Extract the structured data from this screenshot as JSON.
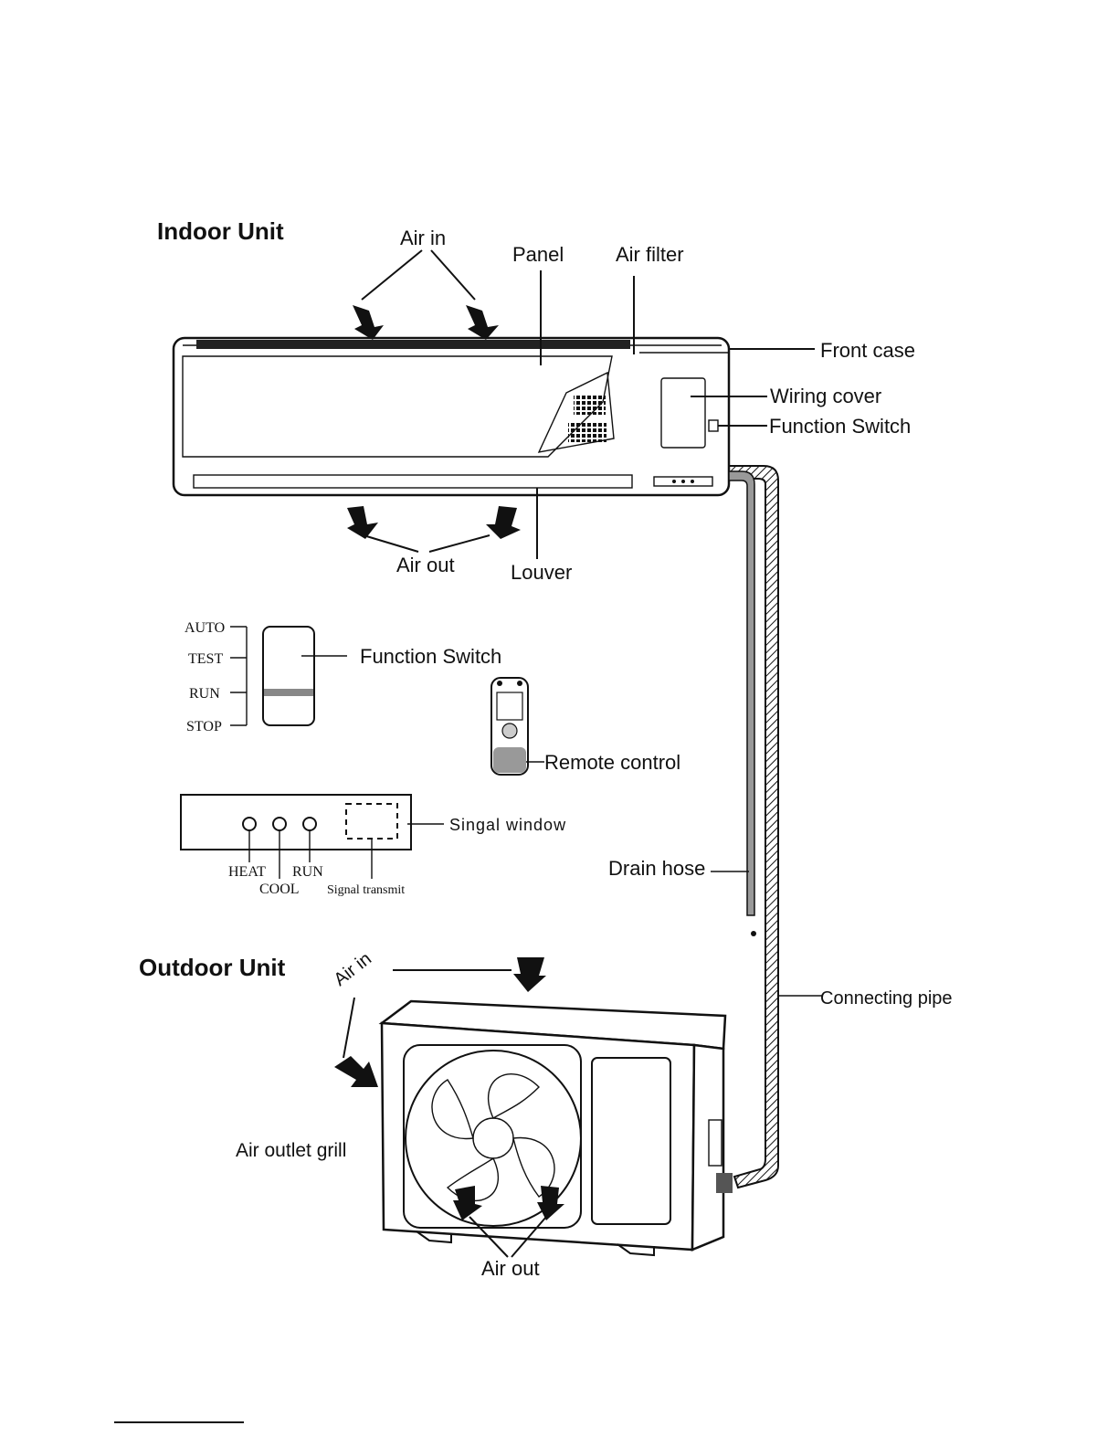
{
  "indoor": {
    "heading": "Indoor Unit",
    "labels": {
      "air_in": "Air in",
      "panel": "Panel",
      "air_filter": "Air filter",
      "front_case": "Front case",
      "wiring_cover": "Wiring cover",
      "function_switch": "Function Switch",
      "air_out": "Air out",
      "louver": "Louver"
    }
  },
  "function_switch_detail": {
    "label": "Function Switch",
    "modes": [
      "AUTO",
      "TEST",
      "RUN",
      "STOP"
    ]
  },
  "remote": {
    "label": "Remote control"
  },
  "display_panel": {
    "signal_window": "Singal window",
    "lamps": {
      "heat": "HEAT",
      "cool": "COOL",
      "run": "RUN"
    },
    "signal_transmit": "Signal transmit"
  },
  "piping": {
    "drain_hose": "Drain hose",
    "connecting_pipe": "Connecting pipe"
  },
  "outdoor": {
    "heading": "Outdoor Unit",
    "labels": {
      "air_in": "Air in",
      "air_outlet_grill": "Air outlet grill",
      "air_out": "Air out"
    }
  }
}
